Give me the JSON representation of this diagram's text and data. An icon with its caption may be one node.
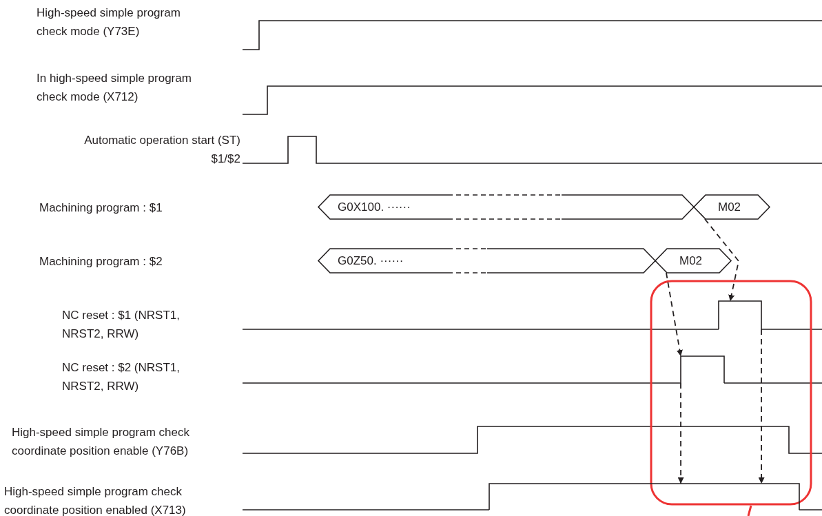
{
  "diagram": {
    "nodes": [
      {
        "text": [
          "G0X100. ······"
        ]
      },
      {
        "text": [
          "M02"
        ]
      },
      {
        "text": [
          "G0Z50. ······"
        ]
      },
      {
        "text": [
          "M02"
        ]
      },
      {
        "text": [],
        "shape": "pulse"
      },
      {
        "text": [],
        "shape": "pulse"
      },
      {
        "text": [],
        "shape": "pulse"
      }
    ],
    "edges": [
      {
        "from": 1,
        "to": 4,
        "arrow": "to",
        "style": "dashed"
      },
      {
        "from": 3,
        "to": 5,
        "arrow": "to",
        "style": "dashed"
      },
      {
        "from": 5,
        "to": 6,
        "arrow": "to",
        "style": "dashed"
      },
      {
        "from": 4,
        "to": 6,
        "arrow": "to",
        "style": "dashed"
      }
    ],
    "labels": [
      "High-speed simple program check mode (Y73E)",
      "In high-speed simple program check mode (X712)",
      "Automatic operation start (ST) $1/$2",
      "Machining program : $1",
      "Machining program : $2",
      "NC reset : $1 (NRST1, NRST2, RRW)",
      "NC reset : $2 (NRST1, NRST2, RRW)",
      "High-speed simple program check coordinate position enable (Y76B)",
      "High-speed simple program check coordinate position enabled (X713)"
    ]
  }
}
